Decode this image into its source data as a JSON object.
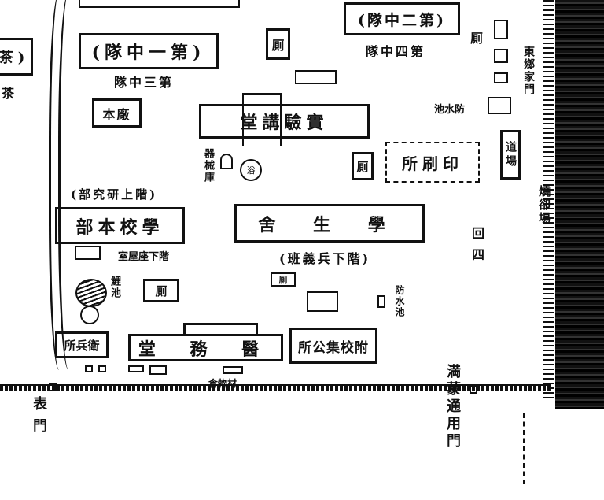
{
  "map": {
    "left_partial_box": "茶)",
    "left_partial_below": "茶",
    "company1": "(隊中一第)",
    "company3": "隊中三第",
    "company2": "(隊中二第)",
    "company4": "隊中四第",
    "toilet": "厠",
    "factory": "本廠",
    "lecture_hall": "堂講驗實",
    "fire_pond_north": "池水防",
    "east_gate": "東鄉家門",
    "printing": "所刷印",
    "dojo": "道場",
    "incinerator": "燒卻場",
    "dormitory": "舍 生 學",
    "dormitory_note": "(班義兵下階)",
    "hq": "部本校學",
    "hq_note": "(部究研上階)",
    "hq_below": "室屋座下階",
    "magazine": "器械庫",
    "bath": "浴",
    "pond_label": "鯉池",
    "fire_pond_south": "防水池",
    "guard": "所兵衛",
    "medical": "堂 務 醫",
    "assembly": "所公集校附",
    "warehouse": "倉物材",
    "front_gate": "表門",
    "manchu_gate": "満蒙通用門",
    "east_small1": "回",
    "east_small2": "四"
  }
}
